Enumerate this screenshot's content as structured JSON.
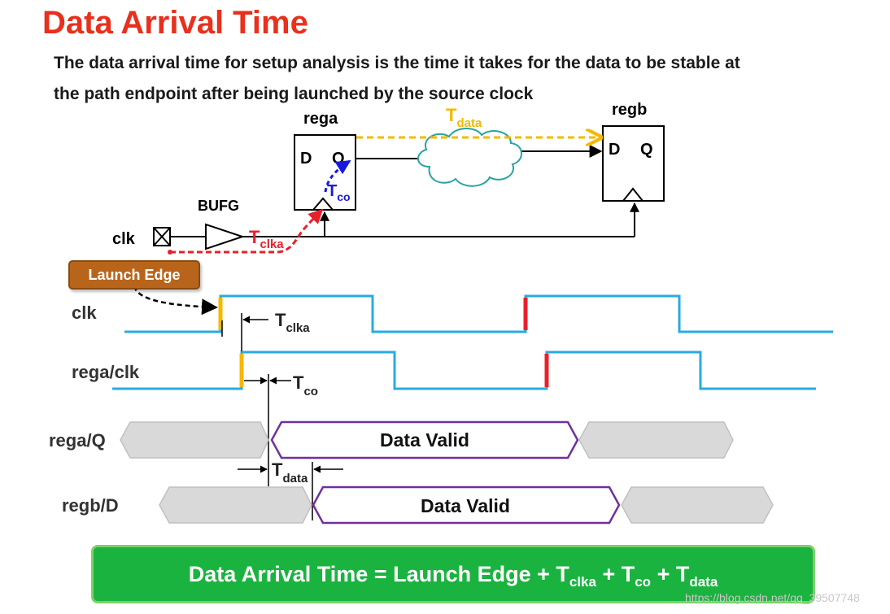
{
  "title": "Data Arrival Time",
  "description": {
    "line1": "The data arrival time for setup analysis is the time it takes for the data to be stable at",
    "line2": "the path endpoint after being launched by the source clock"
  },
  "circuit": {
    "rega_label": "rega",
    "regb_label": "regb",
    "d_pin": "D",
    "q_pin": "Q",
    "bufg_label": "BUFG",
    "clk_label": "clk",
    "t_main": "T",
    "sub_data": "data",
    "sub_co": "co",
    "sub_clka": "clka"
  },
  "launch_edge": "Launch Edge",
  "timing": {
    "clk_label": "clk",
    "rega_clk_label": "rega/clk",
    "rega_q_label": "rega/Q",
    "regb_d_label": "regb/D",
    "data_valid_1": "Data Valid",
    "data_valid_2": "Data Valid",
    "t_main": "T",
    "sub_clka": "clka",
    "sub_co": "co",
    "sub_data": "data"
  },
  "equation": {
    "prefix": "Data Arrival Time = Launch Edge + T",
    "sub1": "clka",
    "plus1": " + T",
    "sub2": "co",
    "plus2": " + T",
    "sub3": "data"
  },
  "watermark": "https://blog.csdn.net/qq_39507748",
  "colors": {
    "title": "#e8301c",
    "t_data": "#f5b800",
    "t_co": "#1a1adc",
    "t_clka": "#e8202a",
    "clock_wave": "#29abe2",
    "data_valid_border": "#7030a0",
    "invalid_fill": "#d9d9d9",
    "launch_badge": "#b8651b",
    "equation_bar": "#1bb33f"
  }
}
